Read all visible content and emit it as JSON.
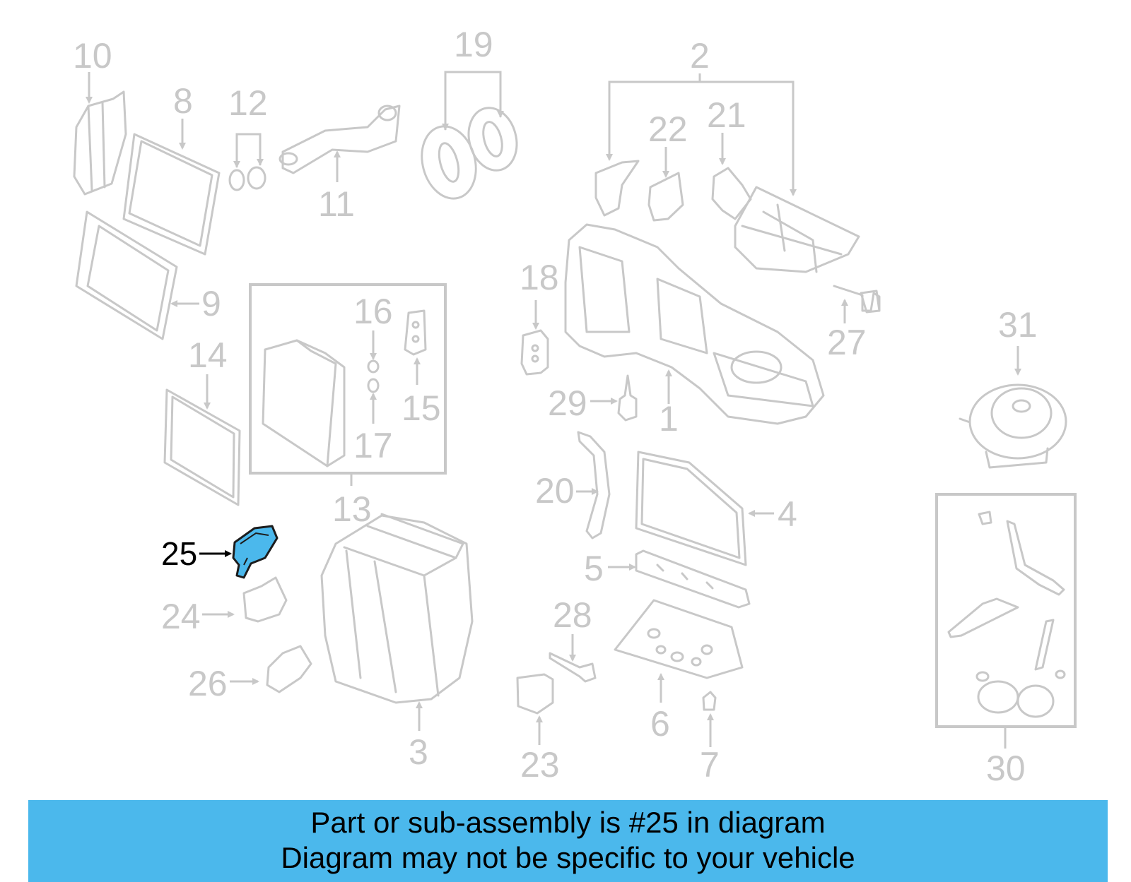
{
  "diagram": {
    "highlighted_part": "25",
    "highlight_color": "#4bb8ec",
    "callouts": [
      "10",
      "8",
      "12",
      "19",
      "2",
      "22",
      "21",
      "11",
      "18",
      "16",
      "9",
      "15",
      "27",
      "31",
      "14",
      "29",
      "1",
      "17",
      "13",
      "20",
      "4",
      "25",
      "5",
      "24",
      "28",
      "26",
      "6",
      "3",
      "23",
      "7",
      "30"
    ]
  },
  "banner": {
    "line1": "Part or sub-assembly is #25 in diagram",
    "line2": "Diagram may not be specific to your vehicle"
  }
}
